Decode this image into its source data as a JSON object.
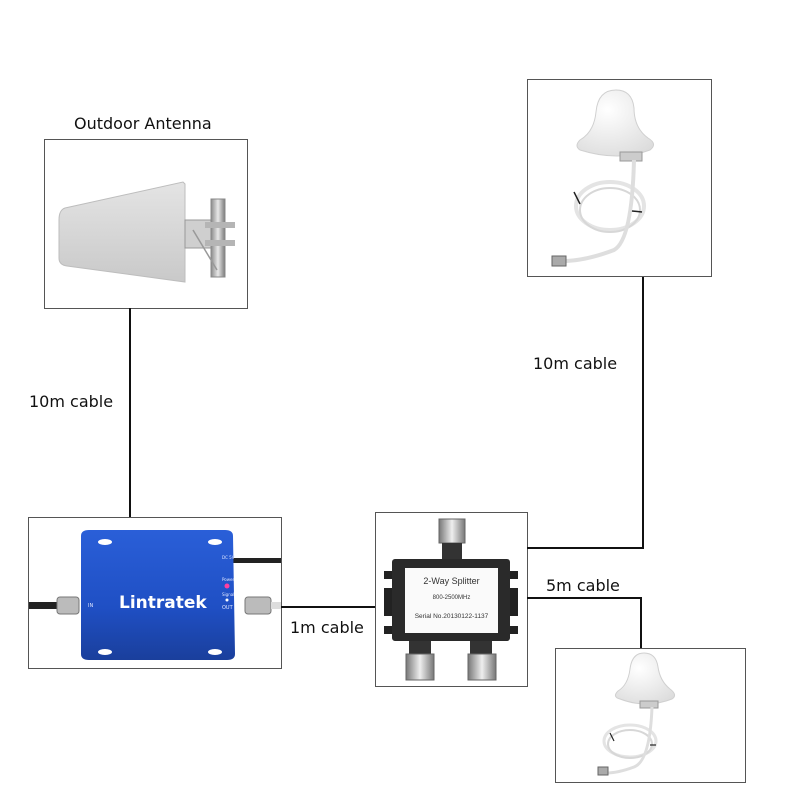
{
  "diagram": {
    "nodes": {
      "outdoor_antenna": {
        "title": "Outdoor Antenna"
      },
      "repeater": {
        "brand": "Lintratek",
        "port_in": "IN",
        "port_out": "OUT",
        "dc_label": "DC 5V",
        "power_label": "Power",
        "signal_label": "Signal"
      },
      "splitter": {
        "name": "2-Way Splitter",
        "freq": "800-2500MHz",
        "serial": "Serial No.20130122-1137"
      },
      "indoor_antenna_1": {},
      "indoor_antenna_2": {}
    },
    "cables": [
      {
        "label": "10m cable",
        "from": "outdoor_antenna",
        "to": "repeater"
      },
      {
        "label": "1m cable",
        "from": "repeater",
        "to": "splitter"
      },
      {
        "label": "10m cable",
        "from": "splitter",
        "to": "indoor_antenna_1"
      },
      {
        "label": "5m cable",
        "from": "splitter",
        "to": "indoor_antenna_2"
      }
    ],
    "colors": {
      "repeater_blue": "#1f4fc4",
      "antenna_grey": "#d9d9d9",
      "splitter_black": "#2a2a2a",
      "line": "#111111",
      "led_pink": "#ff3fa0"
    }
  }
}
